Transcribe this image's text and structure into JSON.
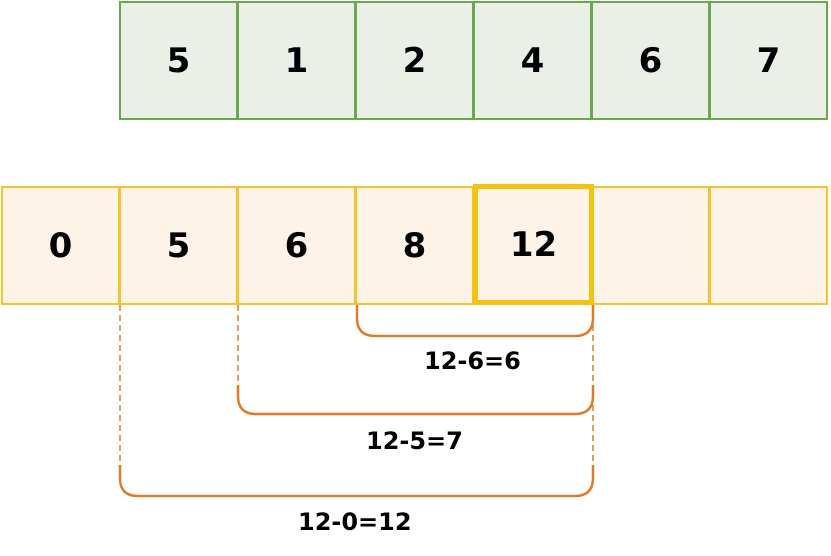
{
  "top_array": [
    "5",
    "1",
    "2",
    "4",
    "6",
    "7"
  ],
  "prefix_array": [
    "0",
    "5",
    "6",
    "8",
    "12",
    "",
    ""
  ],
  "highlight_index": 4,
  "brackets": [
    {
      "label": "12-6=6"
    },
    {
      "label": "12-5=7"
    },
    {
      "label": "12-0=12"
    }
  ],
  "colors": {
    "top_fill": "#eaf0e6",
    "top_border": "#6aa84f",
    "bottom_fill": "#fdf3e6",
    "bottom_border": "#f4c430",
    "highlight_border": "#f5c211",
    "bracket": "#e07b2a"
  }
}
